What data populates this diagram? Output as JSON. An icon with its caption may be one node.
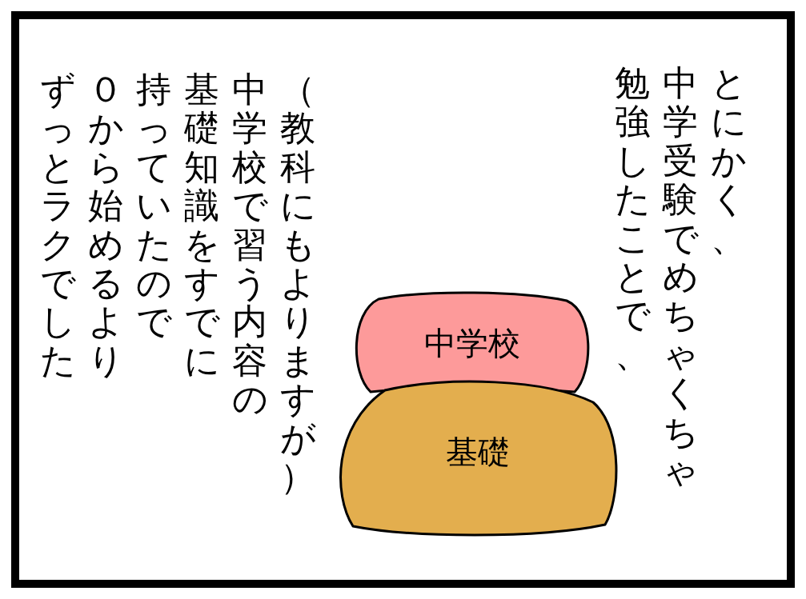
{
  "diagram": {
    "nodes": [
      {
        "text": [
          "中学校"
        ]
      },
      {
        "text": [
          "基礎"
        ]
      }
    ],
    "labels": [
      "とにかく、",
      "中学受験でめちゃくちゃ",
      "勉強したことで、",
      "（教科にもよりますが）",
      "中学校で習う内容の",
      "基礎知識をすでに",
      "持っていたので",
      "０から始めるより",
      "ずっとラクでした"
    ]
  }
}
